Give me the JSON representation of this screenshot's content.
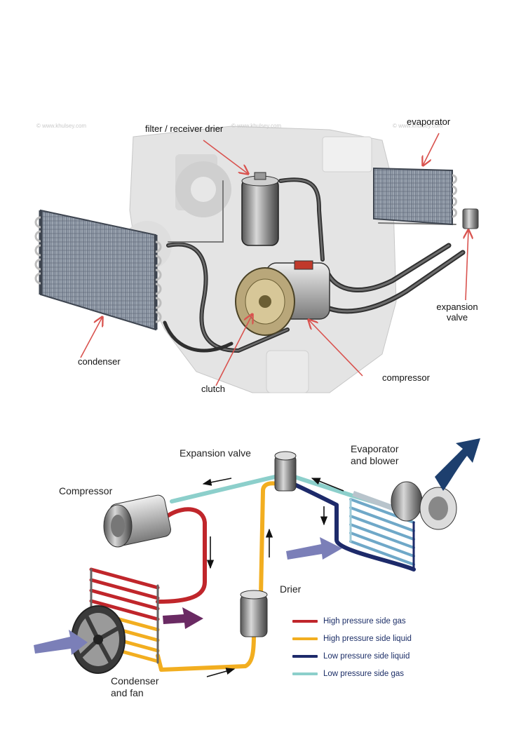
{
  "top_diagram": {
    "labels": {
      "filter_drier": "filter / receiver drier",
      "evaporator": "evaporator",
      "expansion_valve": "expansion\nvalve",
      "condenser": "condenser",
      "clutch": "clutch",
      "compressor": "compressor"
    },
    "watermark": "© www.khulsey.com"
  },
  "bottom_diagram": {
    "labels": {
      "expansion_valve": "Expansion valve",
      "evaporator_blower": "Evaporator\nand blower",
      "compressor": "Compressor",
      "drier": "Drier",
      "condenser_fan": "Condenser\nand fan"
    },
    "legend": [
      {
        "label": "High pressure side gas",
        "color": "#c0262b"
      },
      {
        "label": "High pressure side liquid",
        "color": "#f2ae20"
      },
      {
        "label": "Low pressure side liquid",
        "color": "#1d2a6a"
      },
      {
        "label": "Low pressure side gas",
        "color": "#8ccfcb"
      }
    ]
  },
  "colors": {
    "pointer_arrow": "#d9534f",
    "hose": "#3c3c3c",
    "airflow": "#7b7fb8",
    "hot_air": "#6a2a63",
    "cold_air": "#1d3f6e"
  }
}
